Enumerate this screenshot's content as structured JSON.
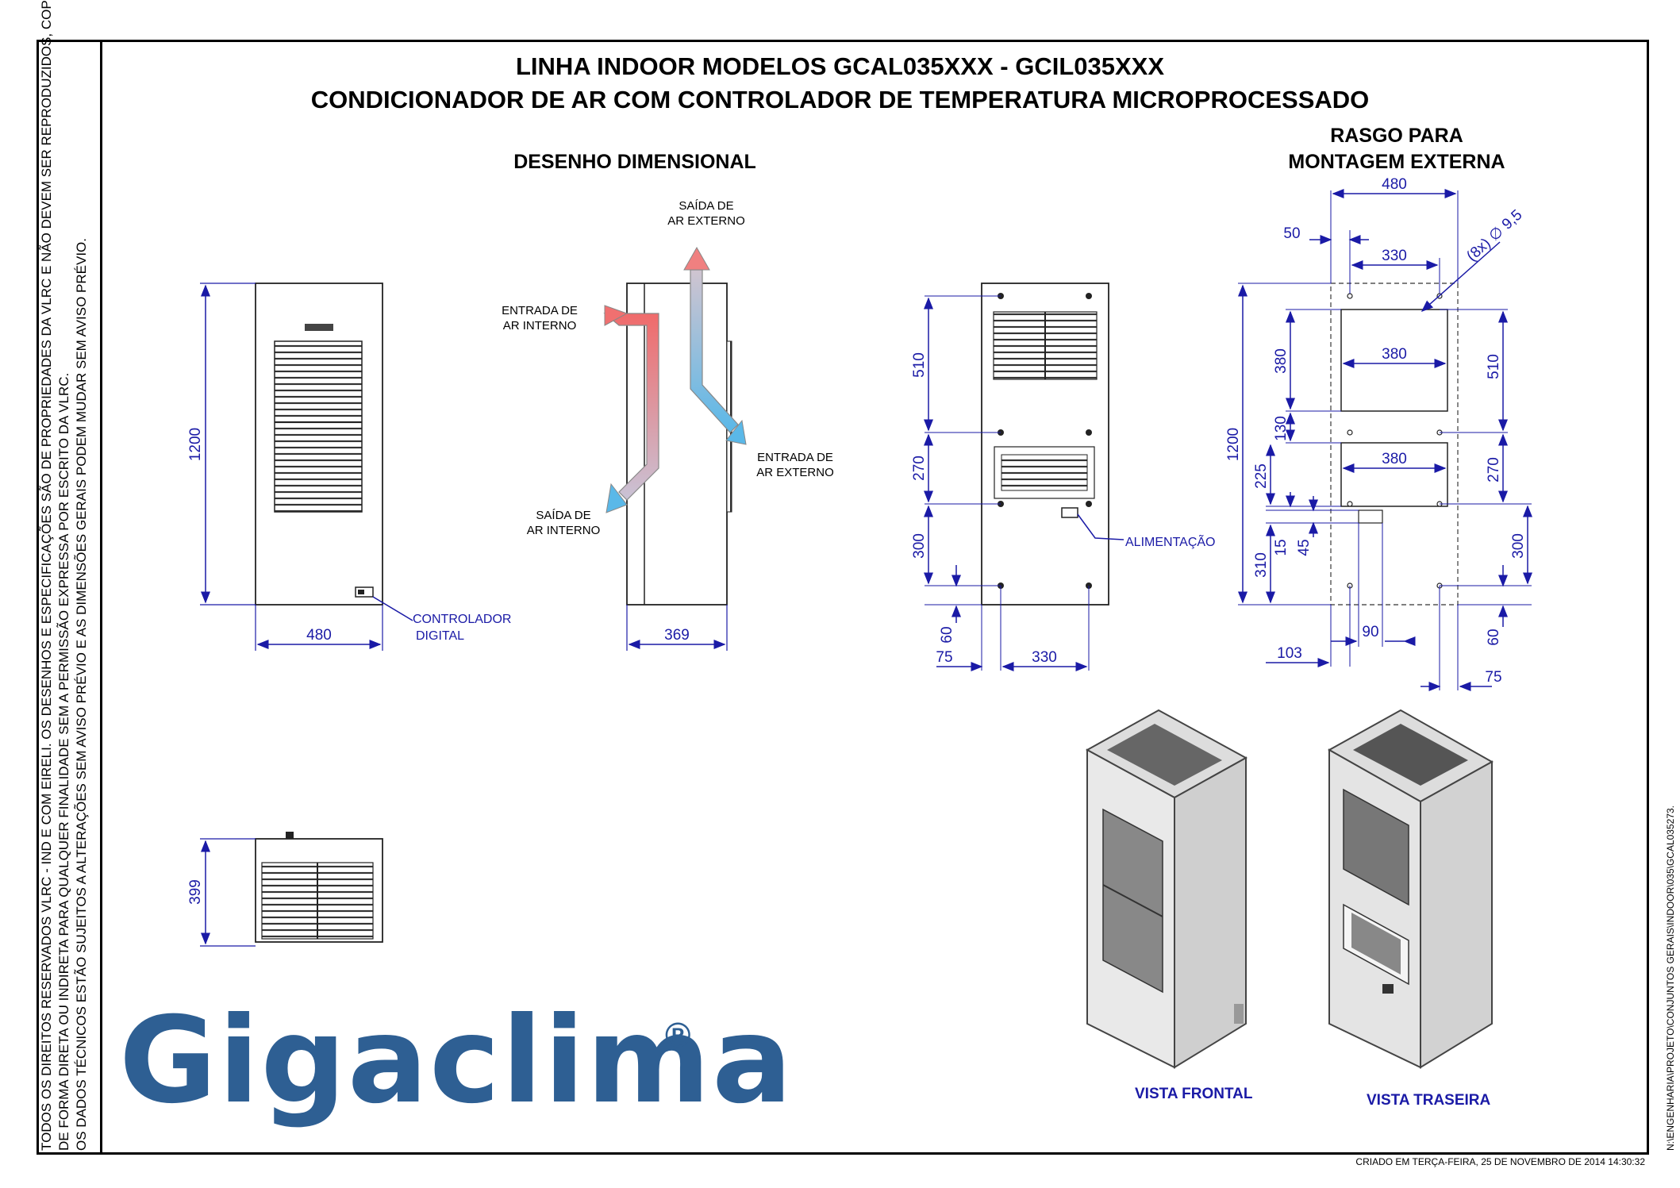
{
  "title": {
    "line1": "LINHA INDOOR MODELOS GCAL035XXX - GCIL035XXX",
    "line2": "CONDICIONADOR DE AR COM CONTROLADOR DE TEMPERATURA MICROPROCESSADO"
  },
  "headers": {
    "dimensional": "DESENHO DIMENSIONAL",
    "rasgo_line1": "RASGO PARA",
    "rasgo_line2": "MONTAGEM EXTERNA"
  },
  "airflow": {
    "saida_externo_1": "SAÍDA DE",
    "saida_externo_2": "AR EXTERNO",
    "entrada_interno_1": "ENTRADA DE",
    "entrada_interno_2": "AR INTERNO",
    "entrada_externo_1": "ENTRADA DE",
    "entrada_externo_2": "AR EXTERNO",
    "saida_interno_1": "SAÍDA DE",
    "saida_interno_2": "AR INTERNO"
  },
  "callouts": {
    "controlador_1": "CONTROLADOR",
    "controlador_2": "DIGITAL",
    "alimentacao": "ALIMENTAÇÃO",
    "nameplate": "Gigaclima",
    "hole_note": "(8x) ∅ 9,5"
  },
  "dimensions": {
    "front_height": "1200",
    "front_width": "480",
    "side_depth": "369",
    "top_depth": "399",
    "rear_510": "510",
    "rear_270": "270",
    "rear_300": "300",
    "rear_60": "60",
    "rear_75": "75",
    "rear_330": "330",
    "cut_480": "480",
    "cut_50": "50",
    "cut_330": "330",
    "cut_380_v": "380",
    "cut_380_h1": "380",
    "cut_380_h2": "380",
    "cut_130": "130",
    "cut_1200": "1200",
    "cut_225": "225",
    "cut_15": "15",
    "cut_45": "45",
    "cut_310": "310",
    "cut_510": "510",
    "cut_270": "270",
    "cut_300": "300",
    "cut_90": "90",
    "cut_103": "103",
    "cut_60": "60",
    "cut_75": "75"
  },
  "views": {
    "front": "VISTA FRONTAL",
    "rear": "VISTA TRASEIRA"
  },
  "logo": {
    "name": "Gigaclima",
    "reg": "®",
    "color": "#2e5f93"
  },
  "side_notice": [
    "TODOS OS DIREITOS RESERVADOS VLRC - IND E COM EIRELI. OS DESENHOS E ESPECIFICAÇÕES SÃO DE PROPRIEDADES DA VLRC E NÃO DEVEM SER REPRODUZIDOS, COPIADOS OU USADOS",
    "DE FORMA DIRETA OU INDIRETA PARA QUALQUER FINALIDADE SEM A PERMISSÃO EXPRESSA POR ESCRITO DA VLRC.",
    "OS DADOS TÉCNICOS ESTÃO SUJEITOS A ALTERAÇÕES SEM AVISO PRÉVIO E AS DIMENSÕES GERAIS PODEM MUDAR SEM AVISO PRÉVIO."
  ],
  "file_path": "N:\\ENGENHARIA\\PROJETO\\CONJUNTOS GERAIS\\INDOOR\\035\\GCAL035273.",
  "created": "CRIADO EM TERÇA-FEIRA, 25 DE NOVEMBRO DE 2014 14:30:32"
}
